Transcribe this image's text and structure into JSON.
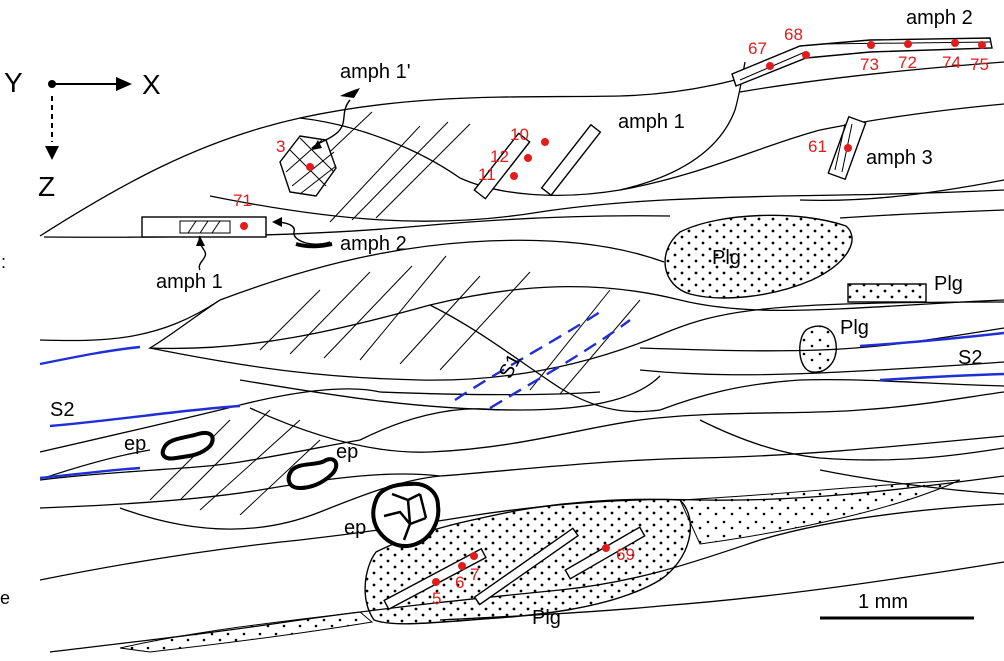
{
  "colors": {
    "line": "#000000",
    "foliation": "#1f2fd6",
    "analysis_point": "#e31b1b",
    "background": "#ffffff"
  },
  "axes": {
    "y": "Y",
    "x": "X",
    "z": "Z"
  },
  "minerals": {
    "amph1_prime": "amph 1'",
    "amph1_top": "amph 1",
    "amph1_left": "amph 1",
    "amph2_left": "amph 2",
    "amph2_top": "amph 2",
    "amph3": "amph 3",
    "plg_big": "Plg",
    "plg_right": "Plg",
    "plg_small": "Plg",
    "plg_bottom": "Plg",
    "ep_left": "ep",
    "ep_mid": "ep",
    "ep_bottom": "ep"
  },
  "foliation": {
    "s1": "S1",
    "s2_right": "S2",
    "s2_left": "S2"
  },
  "points": {
    "p3": "3",
    "p71": "71",
    "p10": "10",
    "p12": "12",
    "p11": "11",
    "p61": "61",
    "p67a": "67",
    "p68": "68",
    "p73": "73",
    "p72": "72",
    "p74": "74",
    "p75": "75",
    "p69": "69",
    "p5": "5",
    "p6": "6",
    "p7": "7"
  },
  "scale_bar": {
    "label": "1 mm"
  },
  "edge_marks": {
    "top": ":",
    "bottom": "e"
  }
}
